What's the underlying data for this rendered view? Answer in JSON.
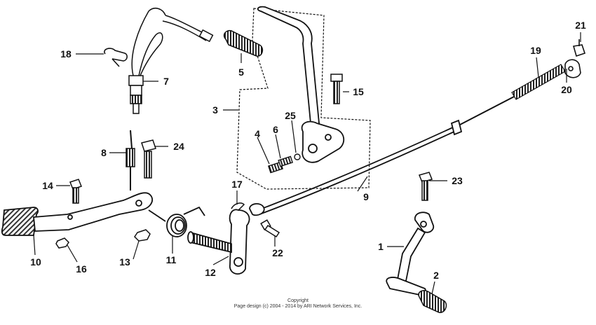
{
  "diagram": {
    "callouts": [
      {
        "id": "c1",
        "label": "1"
      },
      {
        "id": "c2",
        "label": "2"
      },
      {
        "id": "c3",
        "label": "3"
      },
      {
        "id": "c4",
        "label": "4"
      },
      {
        "id": "c5",
        "label": "5"
      },
      {
        "id": "c6",
        "label": "6"
      },
      {
        "id": "c7",
        "label": "7"
      },
      {
        "id": "c8",
        "label": "8"
      },
      {
        "id": "c9",
        "label": "9"
      },
      {
        "id": "c10",
        "label": "10"
      },
      {
        "id": "c11",
        "label": "11"
      },
      {
        "id": "c12",
        "label": "12"
      },
      {
        "id": "c13",
        "label": "13"
      },
      {
        "id": "c14",
        "label": "14"
      },
      {
        "id": "c15",
        "label": "15"
      },
      {
        "id": "c16",
        "label": "16"
      },
      {
        "id": "c17",
        "label": "17"
      },
      {
        "id": "c18",
        "label": "18"
      },
      {
        "id": "c19",
        "label": "19"
      },
      {
        "id": "c20",
        "label": "20"
      },
      {
        "id": "c21",
        "label": "21"
      },
      {
        "id": "c22",
        "label": "22"
      },
      {
        "id": "c23",
        "label": "23"
      },
      {
        "id": "c24",
        "label": "24"
      },
      {
        "id": "c25",
        "label": "25"
      }
    ]
  },
  "footer": {
    "copyright_title": "Copyright",
    "copyright_line": "Page design (c) 2004 - 2014 by ARI Network Services, Inc."
  }
}
